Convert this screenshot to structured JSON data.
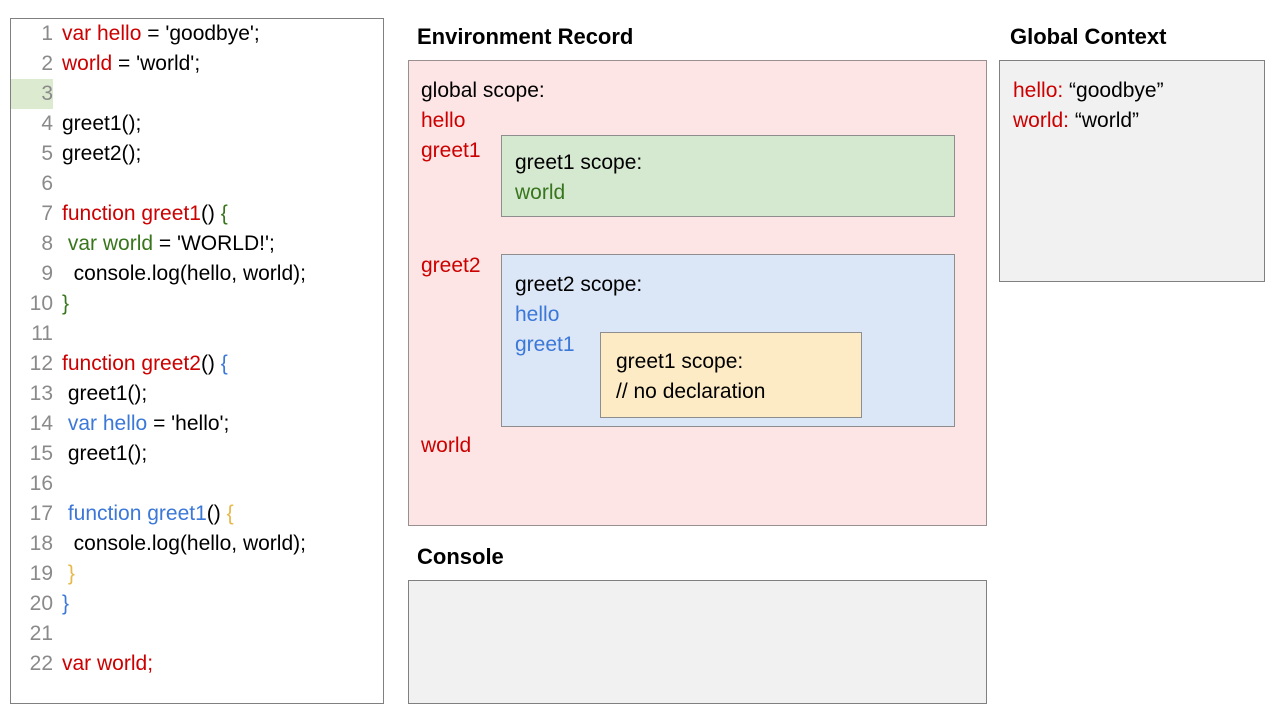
{
  "code_panel": {
    "highlighted_line": 3,
    "lines": [
      {
        "num": "1",
        "segments": [
          {
            "text": "var hello",
            "color": "red"
          },
          {
            "text": " = 'goodbye';",
            "color": "black"
          }
        ]
      },
      {
        "num": "2",
        "segments": [
          {
            "text": "world",
            "color": "red"
          },
          {
            "text": " = 'world';",
            "color": "black"
          }
        ]
      },
      {
        "num": "3",
        "segments": [
          {
            "text": "",
            "color": "black"
          }
        ]
      },
      {
        "num": "4",
        "segments": [
          {
            "text": "greet1();",
            "color": "black"
          }
        ]
      },
      {
        "num": "5",
        "segments": [
          {
            "text": "greet2();",
            "color": "black"
          }
        ]
      },
      {
        "num": "6",
        "segments": [
          {
            "text": "",
            "color": "black"
          }
        ]
      },
      {
        "num": "7",
        "segments": [
          {
            "text": "function greet1",
            "color": "red"
          },
          {
            "text": "() ",
            "color": "black"
          },
          {
            "text": "{",
            "color": "green"
          }
        ]
      },
      {
        "num": "8",
        "segments": [
          {
            "text": " ",
            "color": "black"
          },
          {
            "text": "var world",
            "color": "green"
          },
          {
            "text": " = 'WORLD!';",
            "color": "black"
          }
        ]
      },
      {
        "num": "9",
        "segments": [
          {
            "text": "  console.log(hello, world);",
            "color": "black"
          }
        ]
      },
      {
        "num": "10",
        "segments": [
          {
            "text": "}",
            "color": "green"
          }
        ]
      },
      {
        "num": "11",
        "segments": [
          {
            "text": "",
            "color": "black"
          }
        ]
      },
      {
        "num": "12",
        "segments": [
          {
            "text": "function greet2",
            "color": "red"
          },
          {
            "text": "() ",
            "color": "black"
          },
          {
            "text": "{",
            "color": "blue"
          }
        ]
      },
      {
        "num": "13",
        "segments": [
          {
            "text": " greet1();",
            "color": "black"
          }
        ]
      },
      {
        "num": "14",
        "segments": [
          {
            "text": " ",
            "color": "black"
          },
          {
            "text": "var hello",
            "color": "blue"
          },
          {
            "text": " = 'hello';",
            "color": "black"
          }
        ]
      },
      {
        "num": "15",
        "segments": [
          {
            "text": " greet1();",
            "color": "black"
          }
        ]
      },
      {
        "num": "16",
        "segments": [
          {
            "text": "",
            "color": "black"
          }
        ]
      },
      {
        "num": "17",
        "segments": [
          {
            "text": " ",
            "color": "black"
          },
          {
            "text": "function greet1",
            "color": "blue"
          },
          {
            "text": "() ",
            "color": "black"
          },
          {
            "text": "{",
            "color": "orange"
          }
        ]
      },
      {
        "num": "18",
        "segments": [
          {
            "text": "  console.log(hello, world);",
            "color": "black"
          }
        ]
      },
      {
        "num": "19",
        "segments": [
          {
            "text": " ",
            "color": "black"
          },
          {
            "text": "}",
            "color": "orange"
          }
        ]
      },
      {
        "num": "20",
        "segments": [
          {
            "text": "}",
            "color": "blue"
          }
        ]
      },
      {
        "num": "21",
        "segments": [
          {
            "text": "",
            "color": "black"
          }
        ]
      },
      {
        "num": "22",
        "segments": [
          {
            "text": "var world",
            "color": "red"
          },
          {
            "text": ";",
            "color": "red"
          }
        ]
      }
    ]
  },
  "environment_record": {
    "title": "Environment Record",
    "global_scope_label": "global scope:",
    "global_entries_top": [
      "hello",
      "greet1"
    ],
    "greet2_entry": "greet2",
    "global_entry_bottom": "world",
    "greet1_scope": {
      "title": "greet1 scope:",
      "entries": [
        "world"
      ]
    },
    "greet2_scope": {
      "title": "greet2 scope:",
      "entries": [
        "hello",
        "greet1"
      ],
      "inner_greet1_scope": {
        "title": "greet1 scope:",
        "note": "// no declaration"
      }
    }
  },
  "console": {
    "title": "Console",
    "output": ""
  },
  "global_context": {
    "title": "Global Context",
    "entries": [
      {
        "key": "hello:",
        "value": "“goodbye”"
      },
      {
        "key": "world:",
        "value": "“world”"
      }
    ]
  },
  "colors": {
    "red": "#cc0000",
    "green": "#38761d",
    "blue": "#3c78d8",
    "orange": "#e8b84a",
    "env_record_bg": "#fce5e4",
    "greet1_scope_bg": "#d5e8d0",
    "greet2_scope_bg": "#dbe6f7",
    "inner_scope_bg": "#fcebc5",
    "panel_gray_bg": "#f1f1f1",
    "line_highlight": "#dcead0",
    "line_number": "#8a8a8a"
  }
}
